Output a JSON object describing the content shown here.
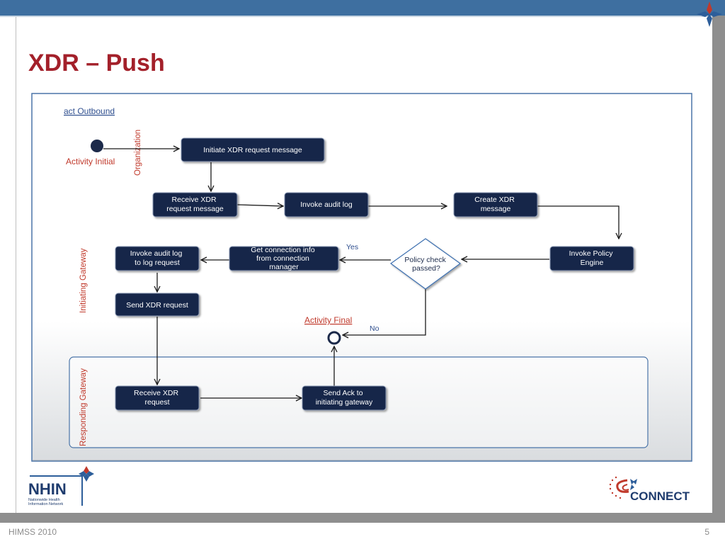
{
  "slide": {
    "title": "XDR – Push",
    "footer_left": "HIMSS 2010",
    "page_number": "5"
  },
  "diagram": {
    "frame_label": "act Outbound",
    "lanes": {
      "organization": "Organization",
      "initiating": "Initiating Gateway",
      "responding": "Responding Gateway"
    },
    "initial_label": "Activity Initial",
    "final_label": "Activity Final",
    "decision_label": [
      "Policy check",
      "passed?"
    ],
    "yes_label": "Yes",
    "no_label": "No",
    "nodes": {
      "initiate": [
        "Initiate XDR request message"
      ],
      "receive_msg": [
        "Receive XDR",
        "request message"
      ],
      "audit1": [
        "Invoke audit log"
      ],
      "create": [
        "Create XDR",
        "message"
      ],
      "policy": [
        "Invoke Policy",
        "Engine"
      ],
      "getconn": [
        "Get connection info",
        "from connection",
        "manager"
      ],
      "audit2": [
        "Invoke audit log",
        "to log request"
      ],
      "send": [
        "Send XDR request"
      ],
      "receive_req": [
        "Receive XDR",
        "request"
      ],
      "ack": [
        "Send Ack to",
        "initiating gateway"
      ]
    }
  },
  "logos": {
    "nhin": "NHIN",
    "nhin_sub1": "Nationwide Health",
    "nhin_sub2": "Information Network",
    "connect": "CONNECT"
  },
  "colors": {
    "title": "#a3202a",
    "node_fill": "#14254a",
    "lane_label": "#c0392b",
    "frame_label": "#2f4f8f",
    "yes_no": "#2f4f8f"
  }
}
